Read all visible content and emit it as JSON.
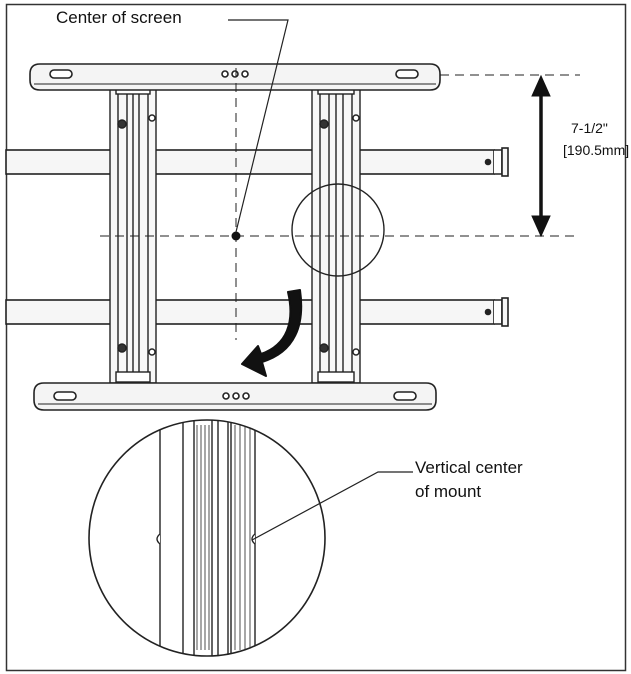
{
  "labels": {
    "center_of_screen": "Center of screen",
    "dimension_line1": "7-1/2\"",
    "dimension_line2": "[190.5mm]",
    "vertical_center_line1": "Vertical center",
    "vertical_center_line2": "of mount"
  },
  "colors": {
    "line": "#222222",
    "fill": "#f4f4f4"
  },
  "icons": [
    "curved-arrow-icon",
    "double-arrow-icon"
  ]
}
